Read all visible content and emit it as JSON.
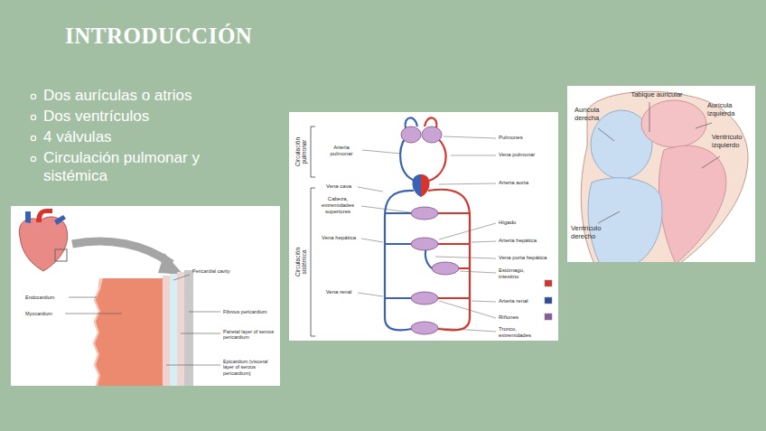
{
  "diagram": {
    "title": "INTRODUCCIÓN",
    "labels": [
      "Dos aurículas o atrios",
      "Dos ventrículos",
      "4 válvulas",
      "Circulación pulmonar y sistémica",
      "Pericardial cavity",
      "Endocardium",
      "Myocardium",
      "Fibrous pericardium",
      "Parietal layer of serous pericardium",
      "Epicardium (visceral layer of serous pericardium)",
      "Circulación pulmonar",
      "Arteria pulmonar",
      "Vena cava",
      "Cabeza, extremidades superiores",
      "Vena hepática",
      "Circulación sistémica",
      "Vena renal",
      "Pulmones",
      "Vena pulmonar",
      "Arteria aorta",
      "Hígado",
      "Arteria hepática",
      "Vena porta hepática",
      "Estómago, intestino",
      "Arteria renal",
      "Riñones",
      "Tronco, extremidades",
      "Tabique auricular",
      "Aurícula derecha",
      "Aurícula izquierda",
      "Ventrículo izquierdo",
      "Ventrículo derecho"
    ]
  }
}
